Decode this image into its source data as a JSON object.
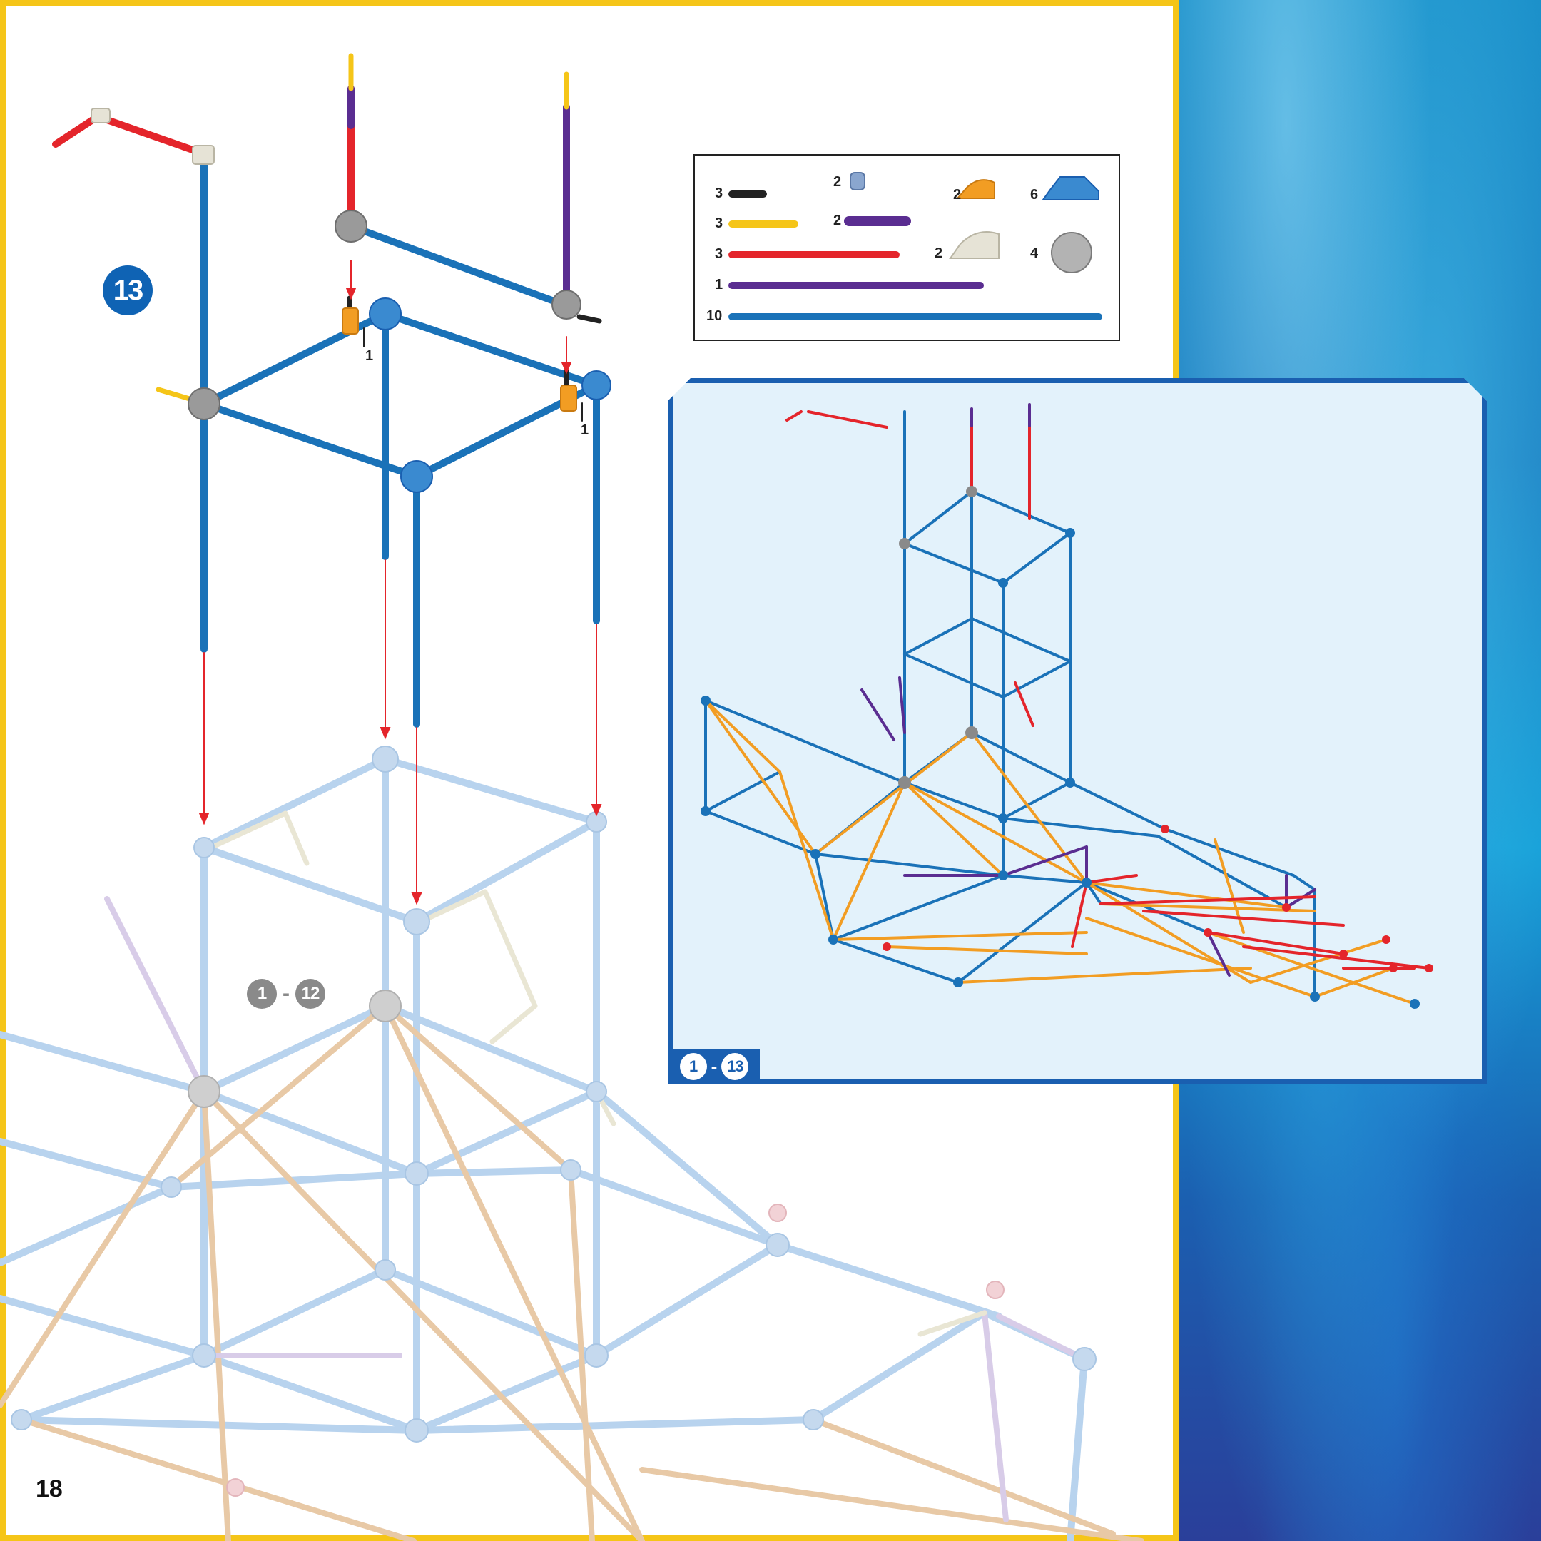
{
  "page": {
    "number": "18"
  },
  "step": {
    "number": "13"
  },
  "previous_steps": {
    "from": "1",
    "to": "12"
  },
  "inset": {
    "from": "1",
    "to": "13"
  },
  "parts": [
    {
      "qty": "3",
      "part": "black-connector-icon",
      "color": "#222222"
    },
    {
      "qty": "3",
      "part": "yellow-rod-icon",
      "color": "#f5c518"
    },
    {
      "qty": "3",
      "part": "red-rod-icon",
      "color": "#e4252b"
    },
    {
      "qty": "1",
      "part": "purple-long-rod-icon",
      "color": "#5a2d91"
    },
    {
      "qty": "10",
      "part": "blue-long-rod-icon",
      "color": "#1a72b8"
    },
    {
      "qty": "2",
      "part": "spacer-icon",
      "color": "#8aa6cf"
    },
    {
      "qty": "2",
      "part": "purple-rod-icon",
      "color": "#5a2d91"
    },
    {
      "qty": "2",
      "part": "orange-connector-icon",
      "color": "#f29d23"
    },
    {
      "qty": "2",
      "part": "white-connector-icon",
      "color": "#e6e3d6"
    },
    {
      "qty": "6",
      "part": "blue-connector-icon",
      "color": "#3a8ad0"
    },
    {
      "qty": "4",
      "part": "grey-connector-icon",
      "color": "#9a9a9a"
    }
  ],
  "labels": {
    "callout_left": "1",
    "callout_right": "1"
  },
  "colors": {
    "border": "#f5c518",
    "badge": "#0f63b4",
    "rod_blue": "#1a72b8",
    "arrow": "#e4252b"
  }
}
